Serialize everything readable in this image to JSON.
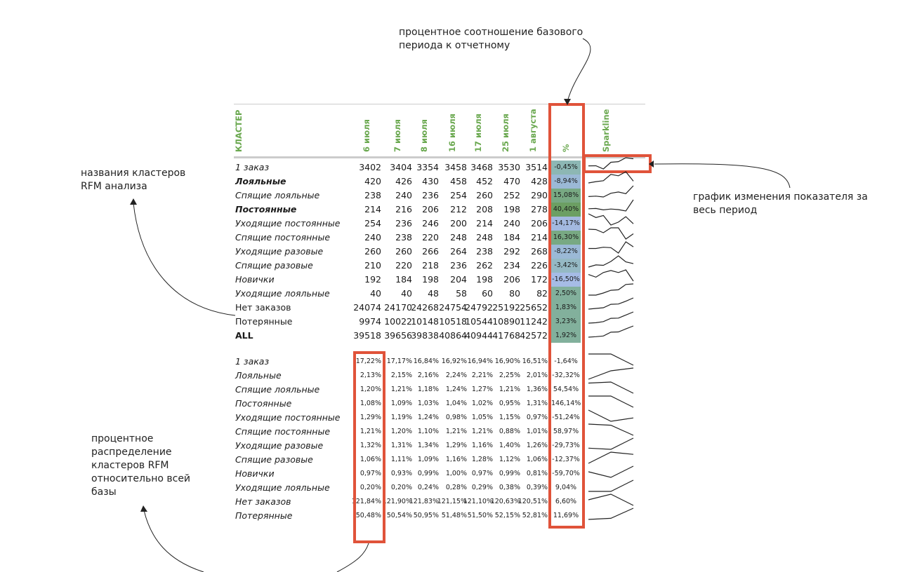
{
  "annotations": {
    "top": [
      "процентное соотношение базового",
      "периода к отчетному"
    ],
    "left": [
      "названия кластеров",
      "RFM анализа"
    ],
    "right": [
      "график изменения показателя за",
      "весь период"
    ],
    "bottom": [
      "процентное",
      "распределение",
      "кластеров RFM",
      "относительно всей",
      "базы"
    ]
  },
  "header": {
    "cluster": "КЛАСТЕР",
    "dates": [
      "6 июля",
      "7 июля",
      "8 июля",
      "16 июля",
      "17 июля",
      "25 июля",
      "1 августа"
    ],
    "pct": "%",
    "spark": "Sparkline"
  },
  "colors": {
    "accent": "#6aa84f",
    "highlight": "#e0533a",
    "pos": "#7fb08f",
    "neg": "#9fb8d8"
  },
  "counts": [
    {
      "name": "1 заказ",
      "style": "it",
      "values": [
        3402,
        3404,
        3354,
        3458,
        3468,
        3530,
        3514
      ],
      "pct": "-0,45%",
      "color": "#8db7b4"
    },
    {
      "name": "Лояльные",
      "style": "it b",
      "values": [
        420,
        426,
        430,
        458,
        452,
        470,
        428
      ],
      "pct": "-8,94%",
      "color": "#9bb9d6"
    },
    {
      "name": "Спящие лояльные",
      "style": "it",
      "values": [
        238,
        240,
        236,
        254,
        260,
        252,
        290
      ],
      "pct": "15,08%",
      "color": "#78a983"
    },
    {
      "name": "Постоянные",
      "style": "it b",
      "values": [
        214,
        216,
        206,
        212,
        208,
        198,
        278
      ],
      "pct": "40,40%",
      "color": "#6c9f63"
    },
    {
      "name": "Уходящие постоянные",
      "style": "it",
      "values": [
        254,
        236,
        246,
        200,
        214,
        240,
        206
      ],
      "pct": "-14,17%",
      "color": "#a3b9e0"
    },
    {
      "name": "Спящие постоянные",
      "style": "it",
      "values": [
        240,
        238,
        220,
        248,
        248,
        184,
        214
      ],
      "pct": "16,30%",
      "color": "#78a983"
    },
    {
      "name": "Уходящие разовые",
      "style": "it",
      "values": [
        260,
        260,
        266,
        264,
        238,
        292,
        268
      ],
      "pct": "-8,22%",
      "color": "#9bb9d6"
    },
    {
      "name": "Спящие разовые",
      "style": "it",
      "values": [
        210,
        220,
        218,
        236,
        262,
        234,
        226
      ],
      "pct": "-3,42%",
      "color": "#95b9c4"
    },
    {
      "name": "Новички",
      "style": "it",
      "values": [
        192,
        184,
        198,
        204,
        198,
        206,
        172
      ],
      "pct": "-16,50%",
      "color": "#a6bce6"
    },
    {
      "name": "Уходящие лояльные",
      "style": "it",
      "values": [
        40,
        40,
        48,
        58,
        60,
        80,
        82
      ],
      "pct": "2,50%",
      "color": "#82b09c"
    },
    {
      "name": "Нет заказов",
      "style": "",
      "values": [
        24074,
        24170,
        24268,
        24754,
        24792,
        25192,
        25652
      ],
      "pct": "1,83%",
      "color": "#82b09c"
    },
    {
      "name": "Потерянные",
      "style": "",
      "values": [
        9974,
        10022,
        10148,
        10518,
        10544,
        10890,
        11242
      ],
      "pct": "3,23%",
      "color": "#82b09c"
    },
    {
      "name": "ALL",
      "style": "b",
      "values": [
        39518,
        39656,
        39838,
        40864,
        40944,
        41768,
        42572
      ],
      "pct": "1,92%",
      "color": "#82b09c"
    }
  ],
  "shares": [
    {
      "name": "1 заказ",
      "values": [
        "17,22%",
        "17,17%",
        "16,84%",
        "16,92%",
        "16,94%",
        "16,90%",
        "16,51%"
      ],
      "pct": "-1,64%",
      "spark": [
        3,
        3,
        1
      ]
    },
    {
      "name": "Лояльные",
      "values": [
        "2,13%",
        "2,15%",
        "2,16%",
        "2,24%",
        "2,21%",
        "2,25%",
        "2,01%"
      ],
      "pct": "-32,32%",
      "spark": [
        1,
        2.5,
        3
      ]
    },
    {
      "name": "Спящие лояльные",
      "values": [
        "1,20%",
        "1,21%",
        "1,18%",
        "1,24%",
        "1,27%",
        "1,21%",
        "1,36%"
      ],
      "pct": "54,54%",
      "spark": [
        3,
        3.2,
        1
      ]
    },
    {
      "name": "Постоянные",
      "values": [
        "1,08%",
        "1,09%",
        "1,03%",
        "1,04%",
        "1,02%",
        "0,95%",
        "1,31%"
      ],
      "pct": "146,14%",
      "spark": [
        3,
        3,
        1
      ]
    },
    {
      "name": "Уходящие постоянные",
      "values": [
        "1,29%",
        "1,19%",
        "1,24%",
        "0,98%",
        "1,05%",
        "1,15%",
        "0,97%"
      ],
      "pct": "-51,24%",
      "spark": [
        3,
        1,
        1.6
      ]
    },
    {
      "name": "Спящие постоянные",
      "values": [
        "1,21%",
        "1,20%",
        "1,10%",
        "1,21%",
        "1,21%",
        "0,88%",
        "1,01%"
      ],
      "pct": "58,97%",
      "spark": [
        3,
        2.8,
        1
      ]
    },
    {
      "name": "Уходящие разовые",
      "values": [
        "1,32%",
        "1,31%",
        "1,34%",
        "1,29%",
        "1,16%",
        "1,40%",
        "1,26%"
      ],
      "pct": "-29,73%",
      "spark": [
        1.3,
        1.1,
        3
      ]
    },
    {
      "name": "Спящие разовые",
      "values": [
        "1,06%",
        "1,11%",
        "1,09%",
        "1,16%",
        "1,28%",
        "1,12%",
        "1,06%"
      ],
      "pct": "-12,37%",
      "spark": [
        1,
        3,
        2.6
      ]
    },
    {
      "name": "Новички",
      "values": [
        "0,97%",
        "0,93%",
        "0,99%",
        "1,00%",
        "0,97%",
        "0,99%",
        "0,81%"
      ],
      "pct": "-59,70%",
      "spark": [
        2,
        1,
        3
      ]
    },
    {
      "name": "Уходящие лояльные",
      "values": [
        "0,20%",
        "0,20%",
        "0,24%",
        "0,28%",
        "0,29%",
        "0,38%",
        "0,39%"
      ],
      "pct": "9,04%",
      "spark": [
        1,
        1,
        3
      ]
    },
    {
      "name": "Нет заказов",
      "values": [
        "121,84%",
        "121,90%",
        "121,83%",
        "121,15%",
        "121,10%",
        "120,63%",
        "120,51%"
      ],
      "pct": "6,60%",
      "spark": [
        2,
        3,
        1
      ]
    },
    {
      "name": "Потерянные",
      "values": [
        "50,48%",
        "50,54%",
        "50,95%",
        "51,48%",
        "51,50%",
        "52,15%",
        "52,81%"
      ],
      "pct": "11,69%",
      "spark": [
        1,
        1.2,
        3
      ]
    }
  ]
}
